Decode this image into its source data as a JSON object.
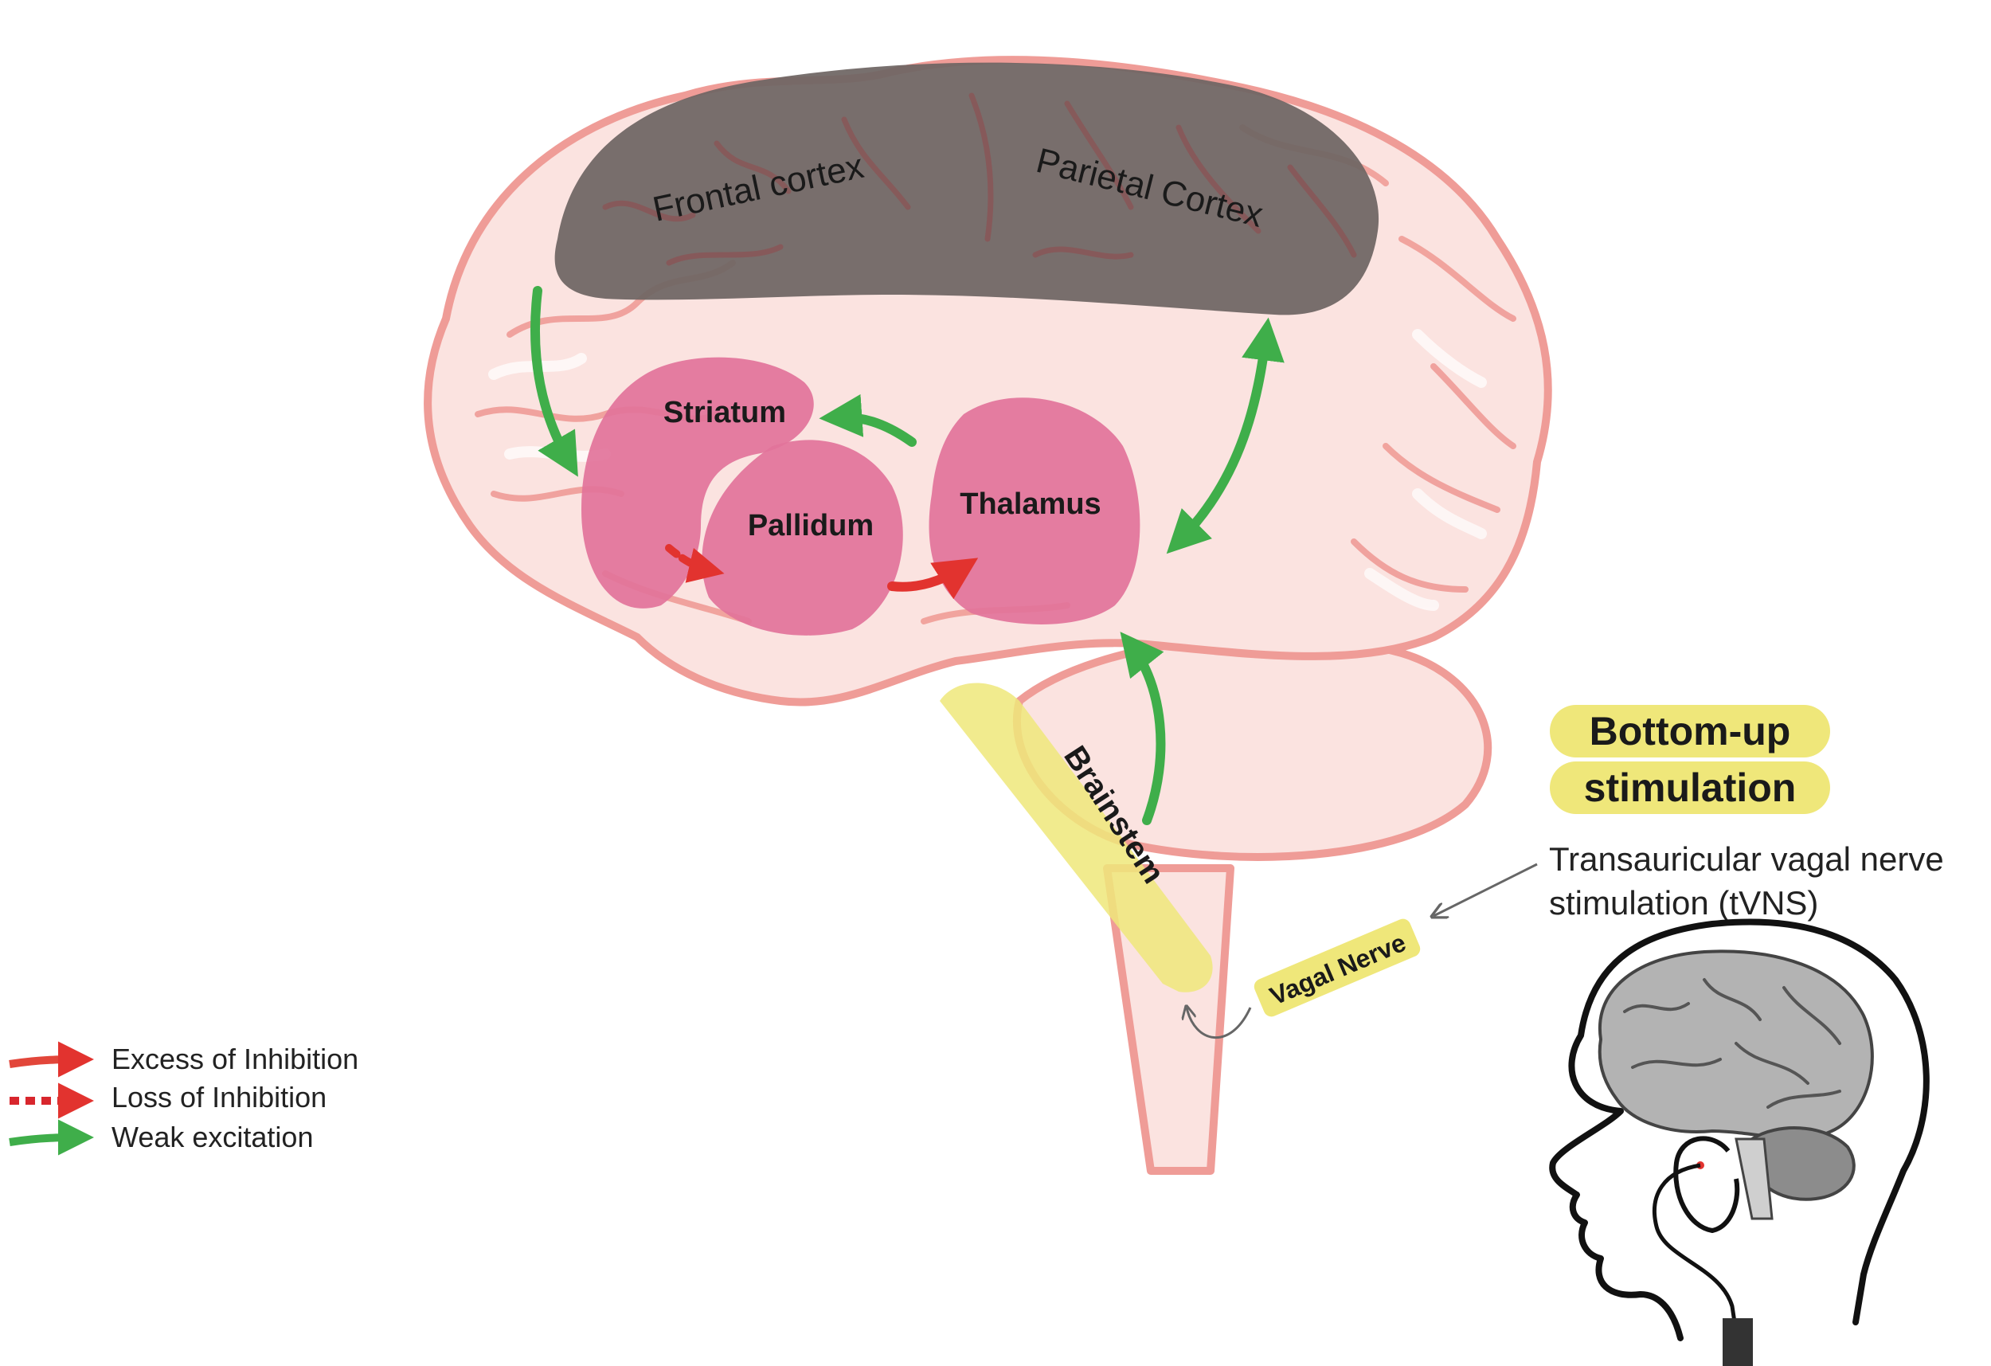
{
  "regions": {
    "frontal": "Frontal cortex",
    "parietal": "Parietal Cortex",
    "striatum": "Striatum",
    "pallidum": "Pallidum",
    "thalamus": "Thalamus",
    "brainstem": "Brainstem",
    "vagal_nerve": "Vagal Nerve"
  },
  "legend": [
    {
      "label": "Excess of Inhibition",
      "style": "solid",
      "color": "#e2463a"
    },
    {
      "label": "Loss of Inhibition",
      "style": "dashed",
      "color": "#d8262d"
    },
    {
      "label": "Weak excitation",
      "style": "solid",
      "color": "#3fae4a"
    }
  ],
  "badge": {
    "line1": "Bottom-up",
    "line2": "stimulation"
  },
  "callout": {
    "line1": "Transauricular vagal nerve",
    "line2": "stimulation (tVNS)"
  },
  "colors": {
    "brain_fill": "#fbe3e0",
    "brain_outline": "#ef9c97",
    "cortex_band": "#6e6563",
    "nuclei": "#e2739a",
    "highlight": "#efe77a",
    "inhibition": "#e2463a",
    "excitation": "#3fae4a"
  }
}
